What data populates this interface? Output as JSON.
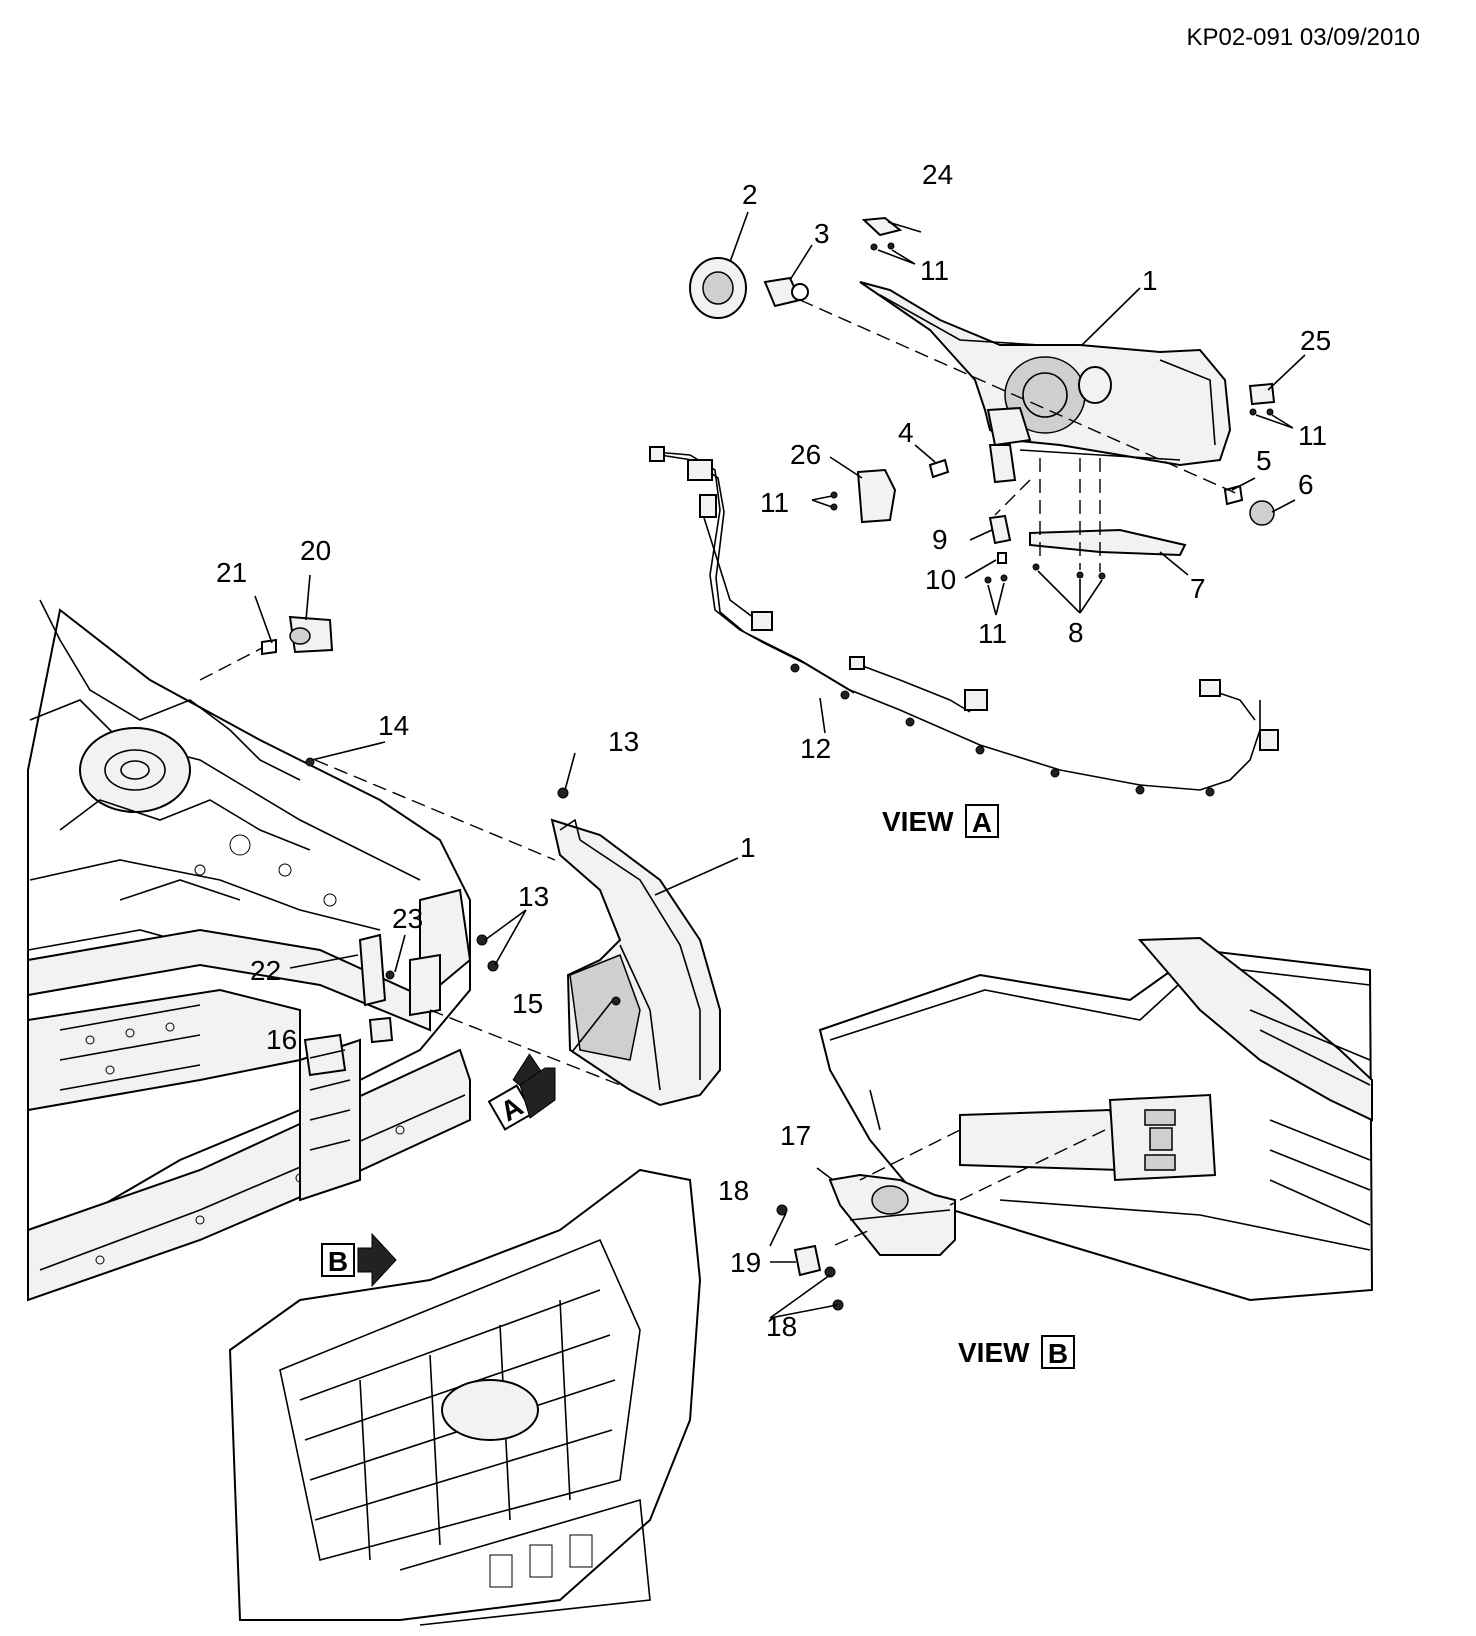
{
  "header": {
    "reference": "KP02-091 03/09/2010"
  },
  "callouts": {
    "c1a": "1",
    "c1b": "1",
    "c2": "2",
    "c3": "3",
    "c4": "4",
    "c5": "5",
    "c6": "6",
    "c7": "7",
    "c8": "8",
    "c9": "9",
    "c10": "10",
    "c11a": "11",
    "c11b": "11",
    "c11c": "11",
    "c11d": "11",
    "c12": "12",
    "c13a": "13",
    "c13b": "13",
    "c14": "14",
    "c15": "15",
    "c16": "16",
    "c17": "17",
    "c18a": "18",
    "c18b": "18",
    "c19": "19",
    "c20": "20",
    "c21": "21",
    "c22": "22",
    "c23": "23",
    "c24": "24",
    "c25": "25",
    "c26": "26"
  },
  "views": {
    "a": {
      "word": "VIEW",
      "letter": "A"
    },
    "b": {
      "word": "VIEW",
      "letter": "B"
    }
  },
  "markers": {
    "a": "A",
    "b": "B"
  }
}
